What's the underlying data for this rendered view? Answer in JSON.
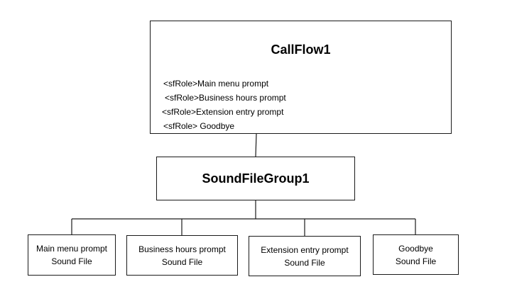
{
  "callflow": {
    "title": "CallFlow1",
    "roles": [
      "<sfRole>Main menu prompt",
      "<sfRole>Business hours prompt",
      "<sfRole>Extension entry prompt",
      "<sfRole> Goodbye"
    ]
  },
  "group": {
    "title": "SoundFileGroup1"
  },
  "sound_files": [
    {
      "line1": "Main menu prompt",
      "line2": "Sound File"
    },
    {
      "line1": "Business hours prompt",
      "line2": "Sound File"
    },
    {
      "line1": "Extension entry prompt",
      "line2": "Sound File"
    },
    {
      "line1": "Goodbye",
      "line2": "Sound File"
    }
  ]
}
